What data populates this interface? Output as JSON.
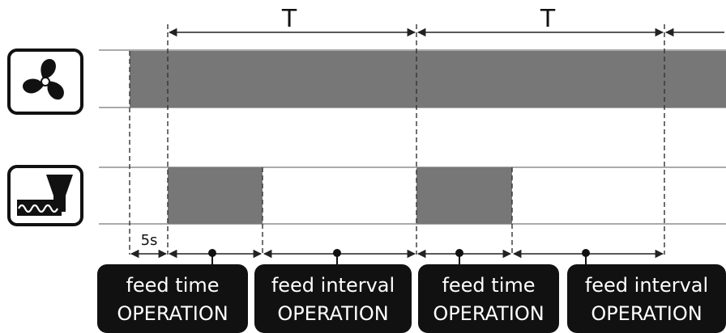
{
  "diagram": {
    "period_label": "T",
    "delay_label": "5s",
    "rows": [
      {
        "icon": "fan-icon"
      },
      {
        "icon": "feeder-icon"
      }
    ],
    "phase_labels": [
      {
        "line1": "feed time",
        "line2": "OPERATION"
      },
      {
        "line1": "feed interval",
        "line2": "OPERATION"
      },
      {
        "line1": "feed time",
        "line2": "OPERATION"
      },
      {
        "line1": "feed interval",
        "line2": "OPERATION"
      }
    ],
    "colors": {
      "block_fill": "#777777",
      "line": "#555555",
      "label_bg": "#111111",
      "label_text": "#ffffff"
    }
  }
}
